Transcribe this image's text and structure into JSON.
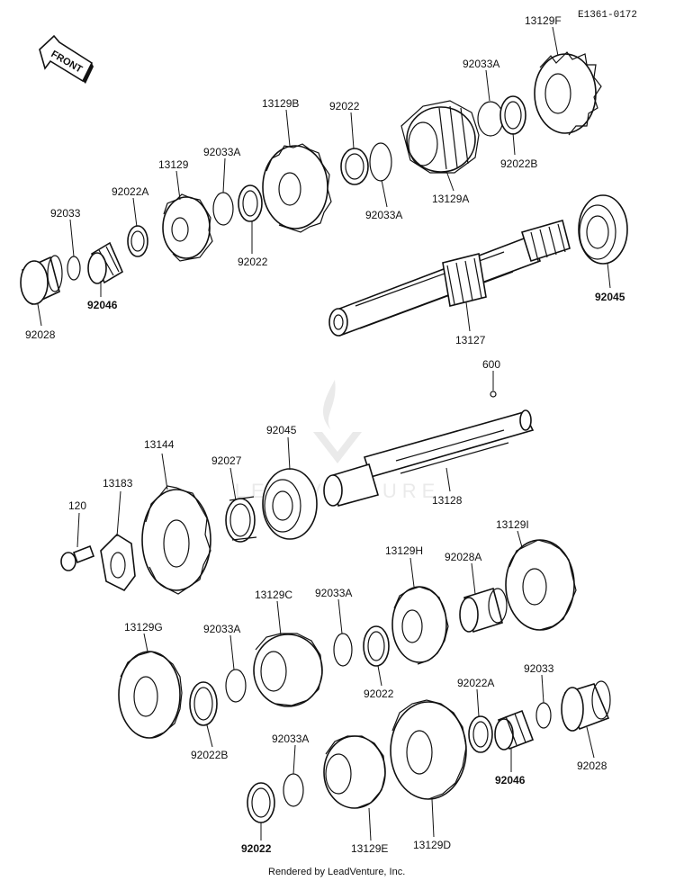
{
  "diagram_code": "E1361-0172",
  "front_label": "FRONT",
  "watermark_text": "LEADVENTURE",
  "footer": "Rendered by LeadVenture, Inc.",
  "labels": {
    "p13129F": "13129F",
    "p92033A_1": "92033A",
    "p13129B": "13129B",
    "p92022_1": "92022",
    "p92033A_2": "92033A",
    "p13129": "13129",
    "p92022A_1": "92022A",
    "p92033_1": "92033",
    "p92046_1": "92046",
    "p92028_1": "92028",
    "p92022_2": "92022",
    "p92033A_3": "92033A",
    "p13129A": "13129A",
    "p92022B_1": "92022B",
    "p92045_1": "92045",
    "p13127": "13127",
    "p600": "600",
    "p13144": "13144",
    "p92045_2": "92045",
    "p92027": "92027",
    "p13183": "13183",
    "p120": "120",
    "p13128": "13128",
    "p13129I": "13129I",
    "p13129H": "13129H",
    "p92028A": "92028A",
    "p13129C": "13129C",
    "p92033A_4": "92033A",
    "p13129G": "13129G",
    "p92033A_5": "92033A",
    "p92022_3": "92022",
    "p92022B_2": "92022B",
    "p92022A_2": "92022A",
    "p92033_2": "92033",
    "p92028_2": "92028",
    "p92046_2": "92046",
    "p92033A_6": "92033A",
    "p92022_4": "92022",
    "p13129E": "13129E",
    "p13129D": "13129D"
  }
}
